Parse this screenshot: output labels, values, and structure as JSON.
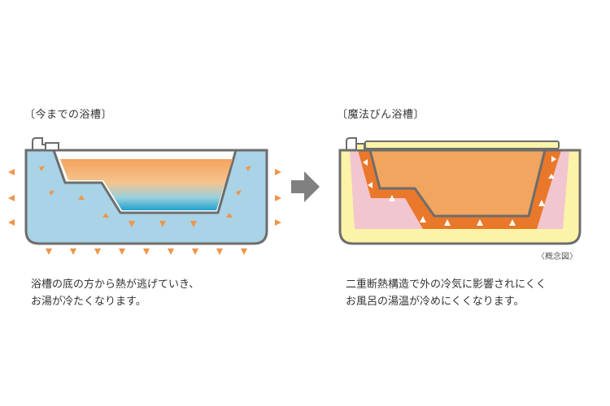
{
  "left_panel": {
    "title": "〔今までの浴槽〕",
    "caption_line1": "浴槽の底の方から熱が逃げていき、",
    "caption_line2": "お湯が冷たくなります。"
  },
  "right_panel": {
    "title": "〔魔法びん浴槽〕",
    "note": "〈概念図〉",
    "caption_line1": "二重断熱構造で外の冷気に影響されにくく",
    "caption_line2": "お風呂の湯温が冷めにくくなります。"
  },
  "colors": {
    "frame": "#6d6d6d",
    "left_outer_fill": "#a9d3e6",
    "water_top": "#f3a45e",
    "water_bottom": "#2aa6cf",
    "heat_arrow": "#f0954a",
    "right_outer_fill": "#fbf3a8",
    "insulation_orange": "#e9782a",
    "insulation_pink": "#f2c6cf",
    "right_water": "#f2a55e",
    "arrow_gray": "#808080",
    "white_arrow": "#ffffff"
  }
}
